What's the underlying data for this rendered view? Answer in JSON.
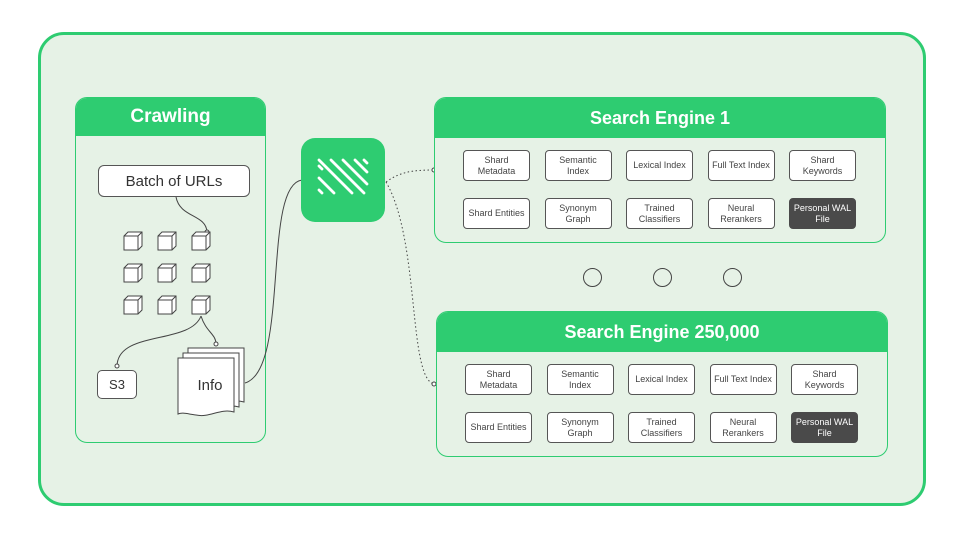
{
  "crawling": {
    "title": "Crawling",
    "batch_label": "Batch of URLs",
    "storage_label": "S3",
    "info_label": "Info"
  },
  "logo": {
    "icon": "diagonal-stripes-logo-icon",
    "color": "#2ecc71"
  },
  "engines": [
    {
      "title": "Search Engine 1",
      "components": [
        "Shard Metadata",
        "Semantic Index",
        "Lexical Index",
        "Full Text Index",
        "Shard Keywords",
        "Shard Entities",
        "Synonym Graph",
        "Trained Classifiers",
        "Neural Rerankers",
        "Personal WAL File"
      ]
    },
    {
      "title": "Search Engine 250,000",
      "components": [
        "Shard Metadata",
        "Semantic Index",
        "Lexical Index",
        "Full Text Index",
        "Shard Keywords",
        "Shard Entities",
        "Synonym Graph",
        "Trained Classifiers",
        "Neural Rerankers",
        "Personal WAL File"
      ]
    }
  ],
  "colors": {
    "accent": "#2ecc71",
    "background": "#e6f2e6",
    "highlight": "#4a4a4a"
  }
}
